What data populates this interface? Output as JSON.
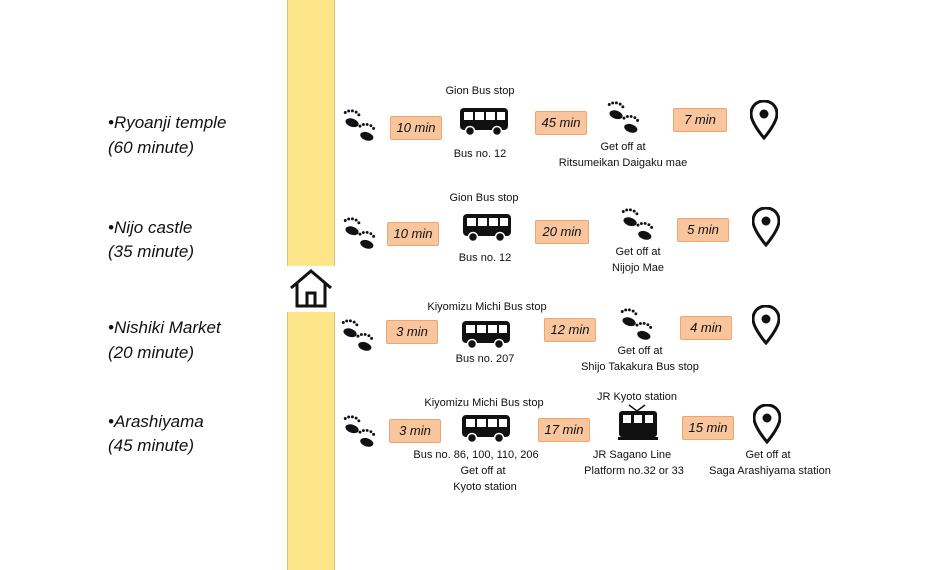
{
  "colors": {
    "road": "#fde58a",
    "badge_fill": "#f8c59c",
    "badge_border": "#f0a56f"
  },
  "routes": [
    {
      "destination": "•Ryoanji temple",
      "duration": "(60 minute)",
      "badges": [
        "10 min",
        "45 min",
        "7 min"
      ],
      "captions": {
        "bus_stop": "Gion Bus stop",
        "bus": "Bus no. 12",
        "get_off": "Get off at",
        "get_off_place": "Ritsumeikan Daigaku mae"
      }
    },
    {
      "destination": "•Nijo castle",
      "duration": "(35 minute)",
      "badges": [
        "10 min",
        "20 min",
        "5 min"
      ],
      "captions": {
        "bus_stop": "Gion Bus stop",
        "bus": "Bus no. 12",
        "get_off": "Get off at",
        "get_off_place": "Nijojo Mae"
      }
    },
    {
      "destination": "•Nishiki Market",
      "duration": "(20 minute)",
      "badges": [
        "3 min",
        "12 min",
        "4 min"
      ],
      "captions": {
        "bus_stop": "Kiyomizu Michi Bus stop",
        "bus": "Bus no. 207",
        "get_off": "Get off at",
        "get_off_place": "Shijo Takakura Bus stop"
      }
    },
    {
      "destination": "•Arashiyama",
      "duration": "(45 minute)",
      "badges": [
        "3 min",
        "17 min",
        "15 min"
      ],
      "captions": {
        "bus_stop": "Kiyomizu Michi Bus stop",
        "bus": "Bus no. 86, 100, 110, 206",
        "bus_get_off": "Get off at",
        "bus_get_off_place": "Kyoto station",
        "train_station": "JR Kyoto station",
        "train_line": "JR Sagano Line",
        "train_platform": "Platform no.32 or 33",
        "get_off": "Get off at",
        "get_off_place": "Saga Arashiyama station"
      }
    }
  ]
}
